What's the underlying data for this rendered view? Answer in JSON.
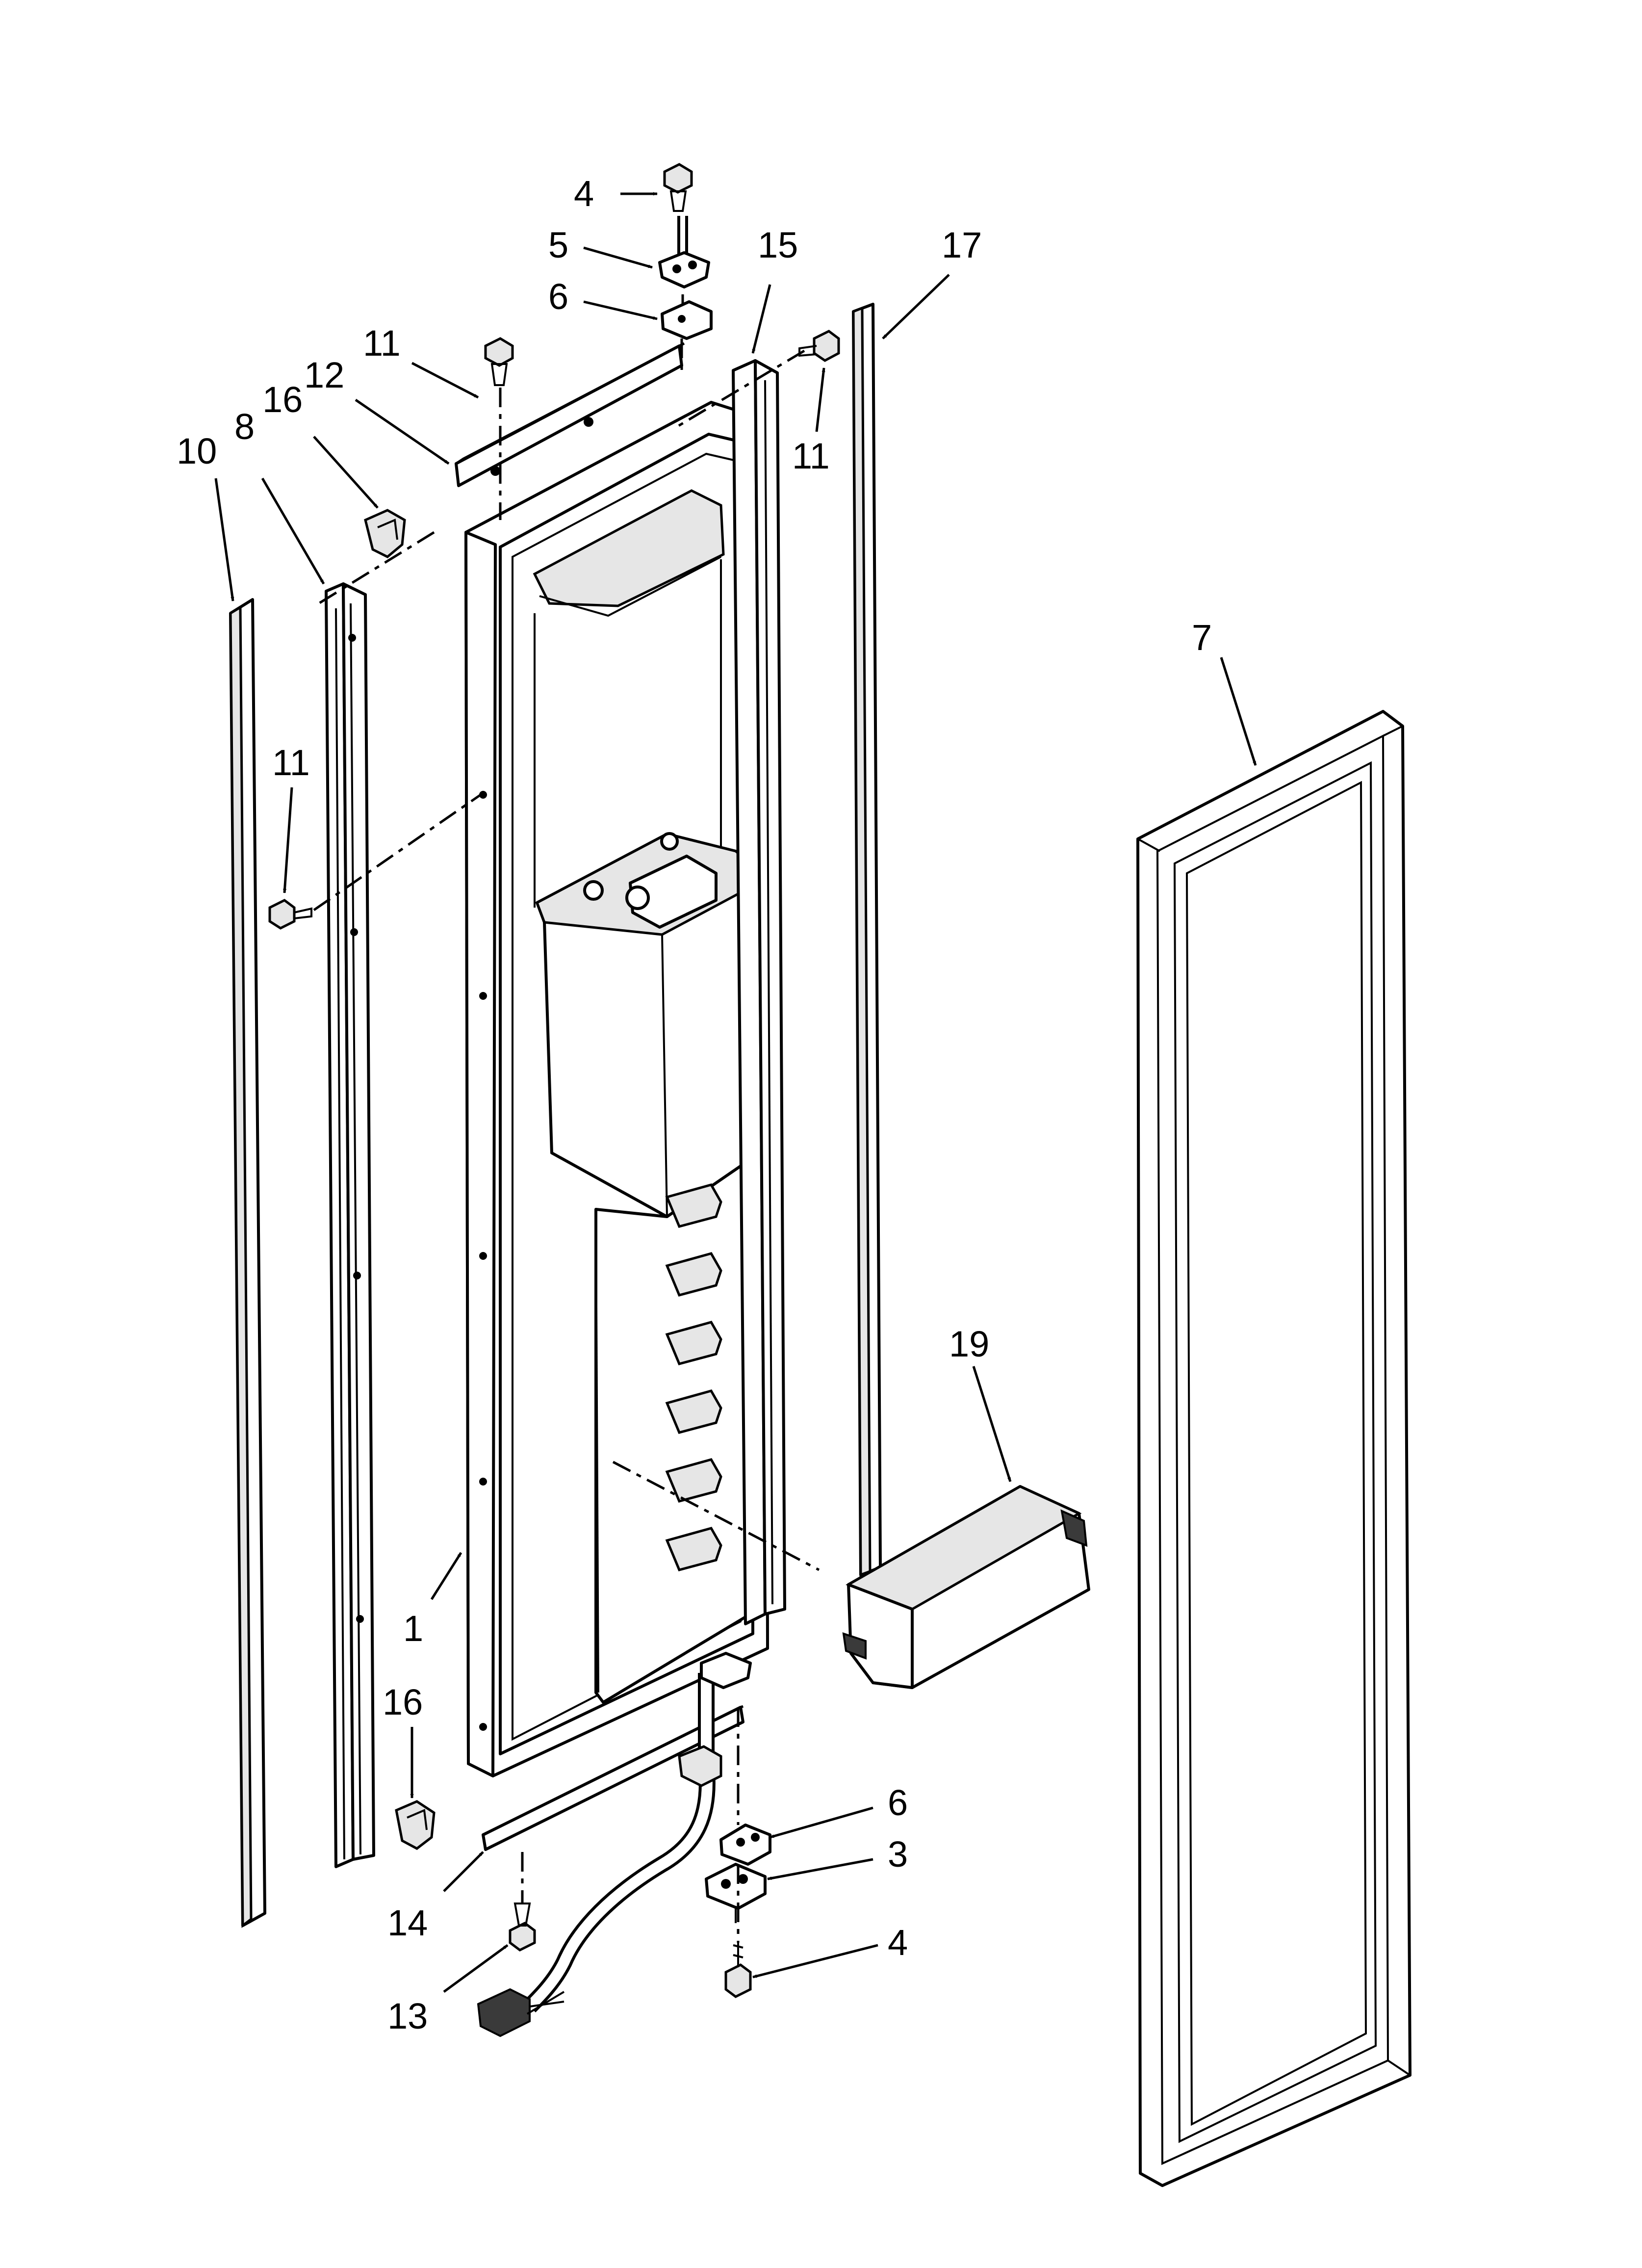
{
  "diagram": {
    "callouts": [
      {
        "id": "c-4-top",
        "label": "4"
      },
      {
        "id": "c-5",
        "label": "5"
      },
      {
        "id": "c-6-top",
        "label": "6"
      },
      {
        "id": "c-15",
        "label": "15"
      },
      {
        "id": "c-17",
        "label": "17"
      },
      {
        "id": "c-11-top",
        "label": "11"
      },
      {
        "id": "c-12",
        "label": "12"
      },
      {
        "id": "c-16-top",
        "label": "16"
      },
      {
        "id": "c-8",
        "label": "8"
      },
      {
        "id": "c-10",
        "label": "10"
      },
      {
        "id": "c-11-right",
        "label": "11"
      },
      {
        "id": "c-7",
        "label": "7"
      },
      {
        "id": "c-11-left",
        "label": "11"
      },
      {
        "id": "c-19",
        "label": "19"
      },
      {
        "id": "c-1",
        "label": "1"
      },
      {
        "id": "c-16-bottom",
        "label": "16"
      },
      {
        "id": "c-6-bottom",
        "label": "6"
      },
      {
        "id": "c-3",
        "label": "3"
      },
      {
        "id": "c-14",
        "label": "14"
      },
      {
        "id": "c-4-bottom",
        "label": "4"
      },
      {
        "id": "c-13",
        "label": "13"
      }
    ]
  }
}
